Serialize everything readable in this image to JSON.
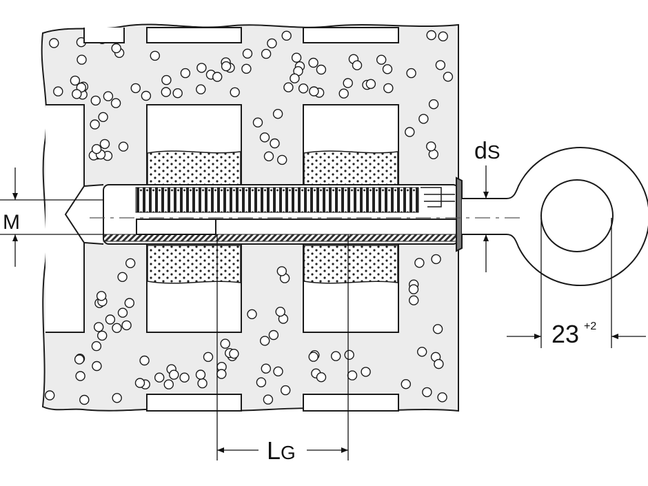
{
  "labels": {
    "m": "M",
    "ds_main": "d",
    "ds_sub": "S",
    "lg_main": "L",
    "lg_sub": "G",
    "eye_dim": "23",
    "eye_tol": "+2"
  },
  "colors": {
    "line": "#1a1a1a",
    "fill": "#ececec",
    "mortar": "#f4f4f4"
  }
}
